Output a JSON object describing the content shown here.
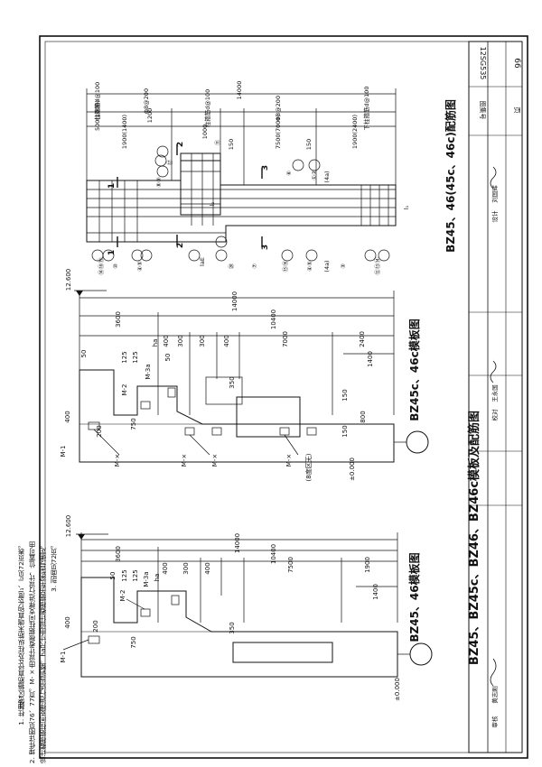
{
  "title_block": {
    "main_title": "BZ45、BZ45c、BZ46、BZ46c模板及配筋图",
    "atlas_label": "图集号",
    "atlas_no": "12SG535",
    "page_label": "页",
    "page_no": "66",
    "review_label": "审核",
    "review_name": "黄志刚",
    "check_label": "校对",
    "check_name": "王永国",
    "design_label": "设计",
    "design_name": "刘国辉"
  },
  "notes": {
    "heading": "注：",
    "items": [
      "1. 柱加密区箍筋直径d及柱纵筋末端直钩长度l₁、l₂见72页表。",
      "2. 埋件详图见76、77页。M-×由设计者根据柱间支撑进行设计，位置可由",
      "设计者根据柱间支撑进行适当调整。ha尺寸由设计者根据吊车梁型号确定。",
      "3. 剖面见72页。"
    ]
  },
  "drawing_left": {
    "title": "BZ45、46模板图",
    "elev_top": "12.600",
    "elev_zero": "±0.000",
    "dims": [
      "14000",
      "10400",
      "3600",
      "7500",
      "1900",
      "400",
      "300",
      "400",
      "125",
      "125",
      "50",
      "ha",
      "1400",
      "350",
      "750",
      "400",
      "200"
    ],
    "labels": [
      "M-1",
      "M-2",
      "M-3a"
    ]
  },
  "drawing_mid": {
    "title": "BZ45c、46c模板图",
    "elev_top": "12.600",
    "elev_zero": "±0.000",
    "dims": [
      "14000",
      "10400",
      "3600",
      "7000",
      "2400",
      "1400",
      "400",
      "300",
      "300",
      "400",
      "50",
      "125",
      "125",
      "50",
      "ha",
      "350",
      "750",
      "200",
      "800",
      "150",
      "150",
      "400"
    ],
    "labels": [
      "M-1",
      "M-2",
      "M-3a",
      "M-×",
      "M-×",
      "M-×",
      "M-×"
    ],
    "note": "(8度区无)"
  },
  "drawing_right": {
    "title": "BZ45、46(45c、46c)配筋图",
    "dims": [
      "14000",
      "1900(2400)",
      "7500(7000)",
      "1000",
      "1200",
      "1900(1400)",
      "500(1000)",
      "150",
      "150",
      "l₁",
      "l₂",
      "laE"
    ],
    "stirrups": [
      "下柱箍筋d@100",
      "Φ8@200",
      "柱箍筋d@100",
      "Φ8@200",
      "柱箍筋d@100"
    ],
    "bars": [
      "1",
      "2",
      "3",
      "4",
      "5",
      "6",
      "7",
      "8",
      "9",
      "10",
      "11",
      "12",
      "13",
      "14",
      "15",
      "16",
      "17",
      "18",
      "19",
      "20"
    ],
    "bar_groups": [
      "⑭⑱⑲",
      "⑩",
      "④⑤",
      "⑳",
      "⑦",
      "⑮⑯",
      "④⑤",
      "(4a)",
      "③",
      "⑫⑬⑭",
      "⑧⑨",
      "⑰",
      "⑪",
      "⑥",
      "①②",
      "(4a)"
    ],
    "sections": [
      "1",
      "1",
      "2",
      "2",
      "3",
      "3"
    ]
  }
}
